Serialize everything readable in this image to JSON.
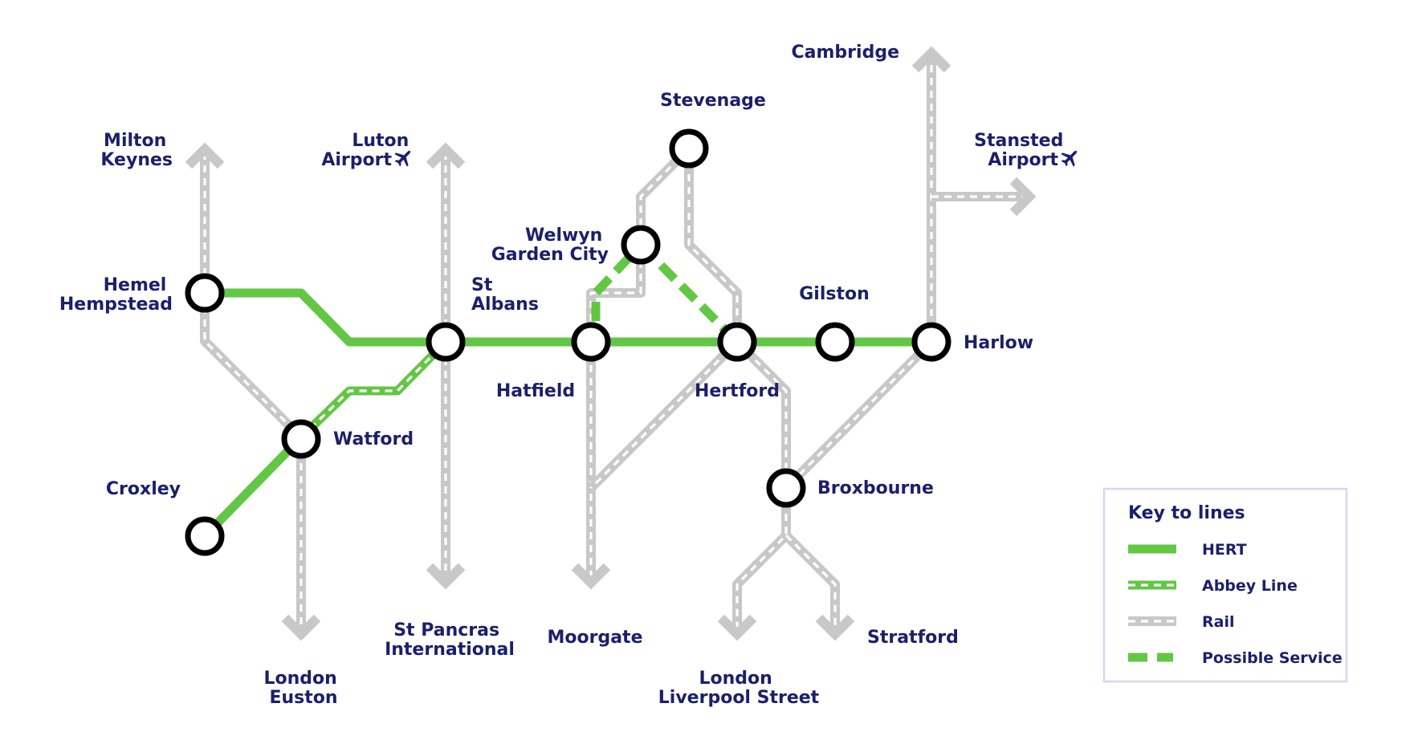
{
  "stations": {
    "hemel_hempstead": [
      "Hemel",
      "Hempstead"
    ],
    "croxley": [
      "Croxley"
    ],
    "watford": [
      "Watford"
    ],
    "st_albans": [
      "St",
      "Albans"
    ],
    "hatfield": [
      "Hatfield"
    ],
    "welwyn_garden_city": [
      "Welwyn",
      "Garden City"
    ],
    "stevenage": [
      "Stevenage"
    ],
    "hertford": [
      "Hertford"
    ],
    "gilston": [
      "Gilston"
    ],
    "harlow": [
      "Harlow"
    ],
    "broxbourne": [
      "Broxbourne"
    ]
  },
  "destinations": {
    "milton_keynes": [
      "Milton",
      "Keynes"
    ],
    "luton_airport": [
      "Luton",
      "Airport"
    ],
    "cambridge": [
      "Cambridge"
    ],
    "stansted_airport": [
      "Stansted",
      "Airport"
    ],
    "london_euston": [
      "London",
      "Euston"
    ],
    "st_pancras_international": [
      "St Pancras",
      "International"
    ],
    "moorgate": [
      "Moorgate"
    ],
    "london_liverpool_street": [
      "London",
      "Liverpool Street"
    ],
    "stratford": [
      "Stratford"
    ]
  },
  "legend": {
    "title": "Key to lines",
    "items": [
      {
        "key": "hert",
        "label": "HERT"
      },
      {
        "key": "abbey",
        "label": "Abbey Line"
      },
      {
        "key": "rail",
        "label": "Rail"
      },
      {
        "key": "possible",
        "label": "Possible Service"
      }
    ]
  },
  "icons": {
    "airport": "airplane-icon"
  },
  "colors": {
    "hert": "#62c744",
    "rail": "#c8c8c8",
    "station_ring": "#000000",
    "label_text": "#1b1f6b",
    "legend_border": "#d6d6ee"
  }
}
